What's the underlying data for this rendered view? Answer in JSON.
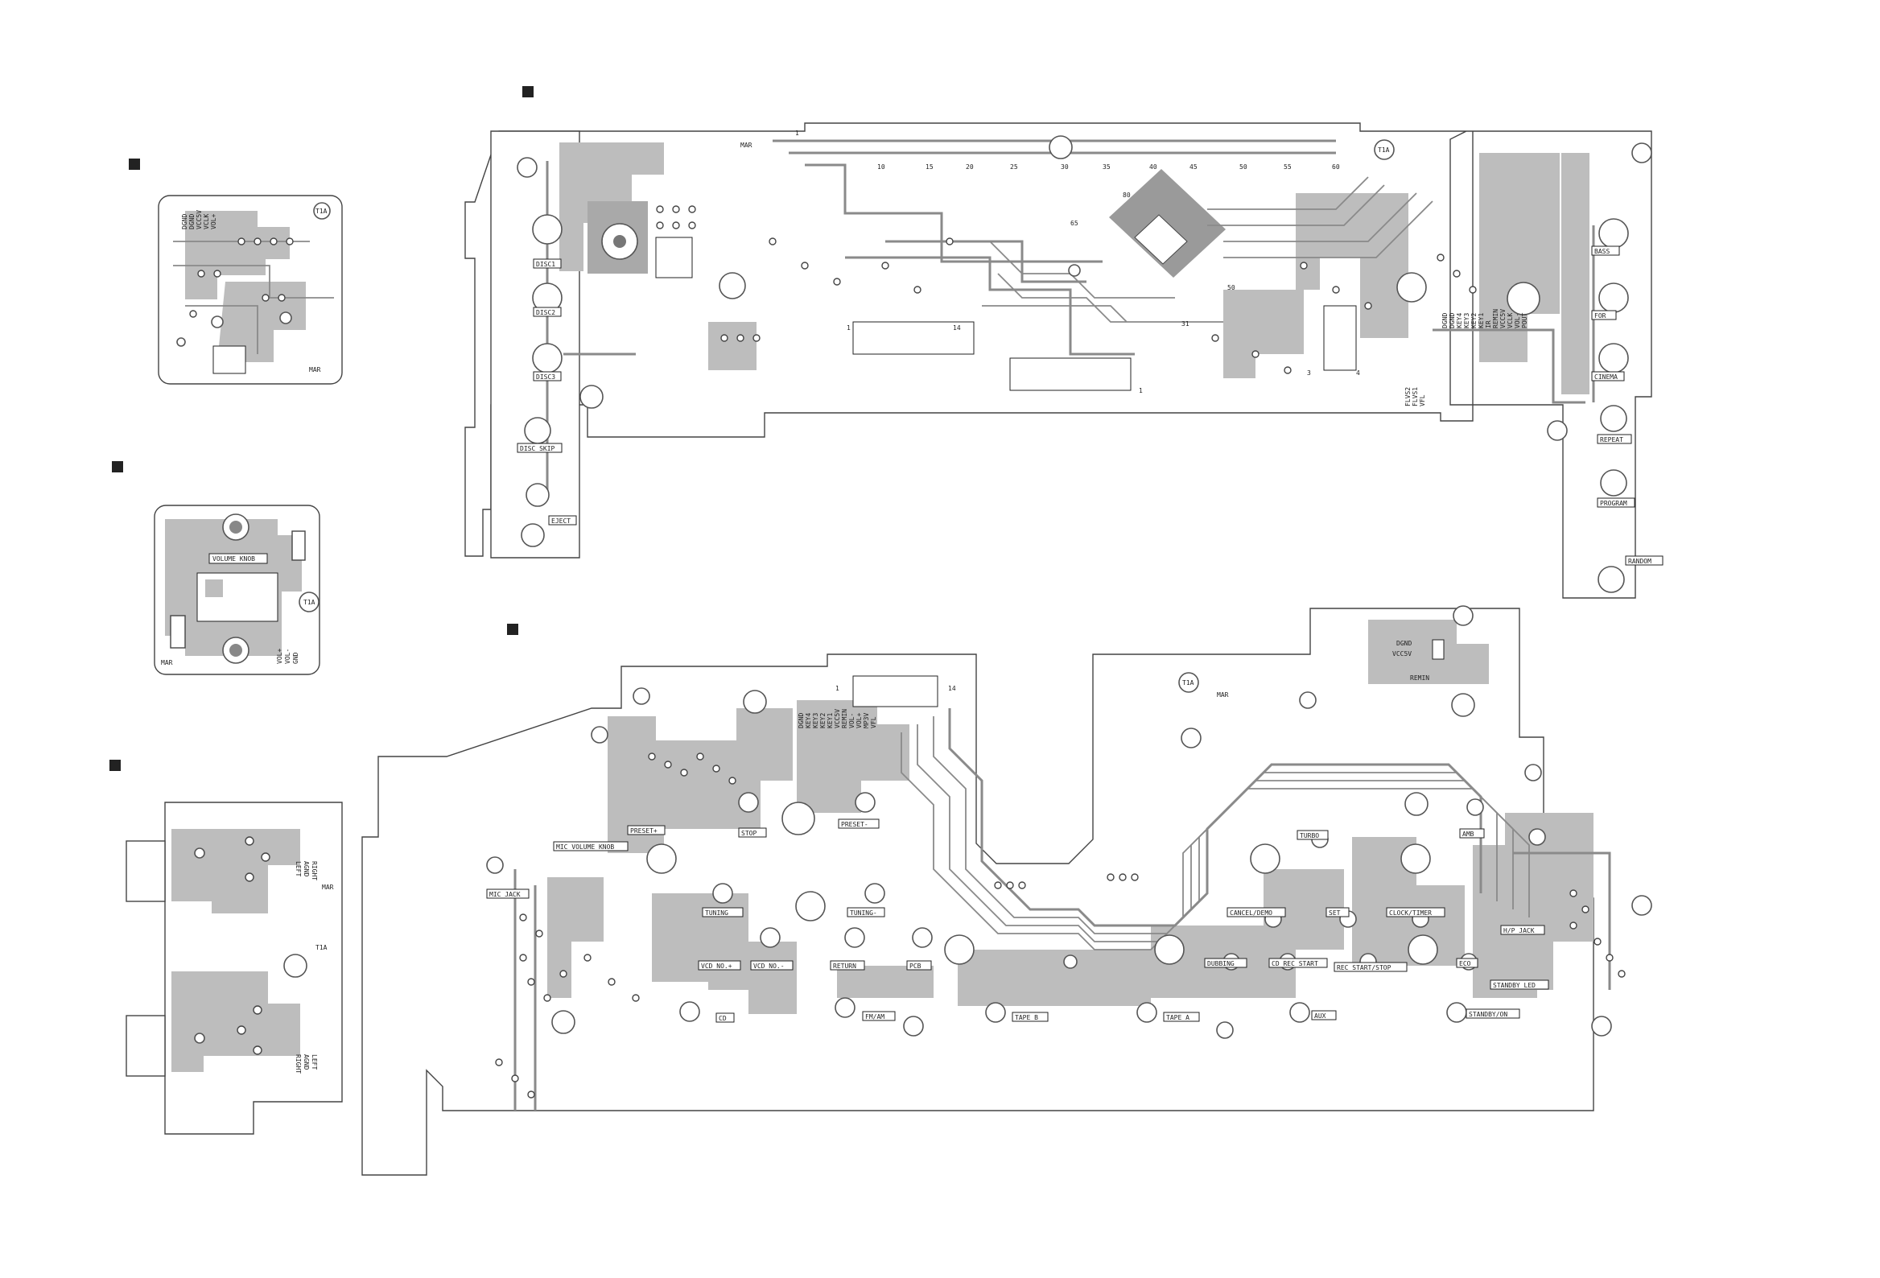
{
  "boards": {
    "top": {
      "marks": [
        "T1A",
        "MAR"
      ],
      "connector_pins": [
        "1",
        "10",
        "15",
        "20",
        "25",
        "30",
        "35",
        "40",
        "45",
        "50",
        "55",
        "60"
      ],
      "chip_pins": [
        "80",
        "65",
        "50",
        "31",
        "1"
      ],
      "buttons": [
        "DISC1",
        "DISC2",
        "DISC3",
        "DISC SKIP",
        "EJECT",
        "BASS",
        "FOR",
        "CINEMA",
        "REPEAT",
        "PROGRAM",
        "RANDOM"
      ],
      "pin_header": [
        "DGND",
        "DGND",
        "KEY4",
        "KEY3",
        "KEY2",
        "KEY1",
        "IR",
        "REMIN",
        "VCC5V",
        "VCLK",
        "VOL-",
        "POUT"
      ],
      "pin_header2": [
        "FLVS2",
        "FLVS1",
        "VFL"
      ],
      "connector_small": [
        "1",
        "14",
        "3",
        "4"
      ]
    },
    "small_top": {
      "marks": [
        "T1A",
        "MAR"
      ],
      "pins": [
        "DGND",
        "DGND",
        "VCC5V",
        "VCLK",
        "VOL+"
      ]
    },
    "volume": {
      "title": "VOLUME KNOB",
      "marks": [
        "T1A",
        "MAR"
      ],
      "pins": [
        "VOL+",
        "VOL-",
        "GND"
      ]
    },
    "jacks": {
      "marks": [
        "T1A",
        "MAR"
      ],
      "upper_pins": [
        "RIGHT",
        "AGND",
        "LEFT"
      ],
      "lower_pins": [
        "LEFT",
        "AGND",
        "RIGHT"
      ]
    },
    "bottom": {
      "marks": [
        "T1A",
        "MAR"
      ],
      "header": [
        "DGND",
        "KEY4",
        "KEY3",
        "KEY2",
        "KEY1",
        "VCC5V",
        "REMIN",
        "VOL-",
        "VOL+",
        "MP3V",
        "VFL"
      ],
      "header_pins": [
        "1",
        "14"
      ],
      "top_right_pins": [
        "DGND",
        "VCC5V",
        "REMIN"
      ],
      "buttons": [
        "MIC VOLUME KNOB",
        "PRESET+",
        "STOP",
        "PRESET-",
        "MIC JACK",
        "TUNING",
        "TUNING-",
        "VCD NO.+",
        "VCD NO.-",
        "RETURN",
        "PCB",
        "CD",
        "FM/AM",
        "TAPE B",
        "TAPE A",
        "AUX",
        "TURBO",
        "AMB",
        "CANCEL/DEMO",
        "SET",
        "CLOCK/TIMER",
        "DUBBING",
        "CD REC START",
        "REC START/STOP",
        "ECO",
        "H/P JACK",
        "STANDBY LED",
        "STANDBY/ON"
      ]
    }
  }
}
